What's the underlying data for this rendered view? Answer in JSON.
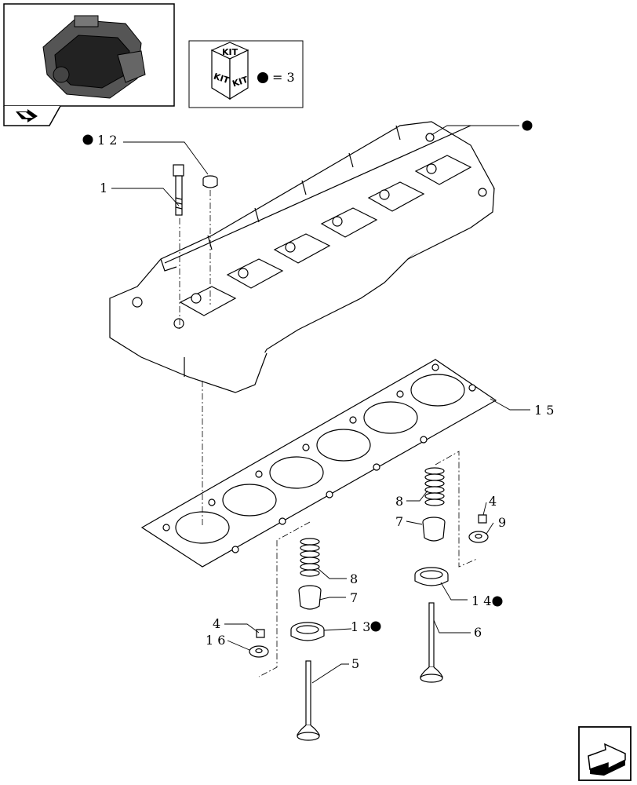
{
  "kit_legend": {
    "kit_word": "KIT",
    "equals_text": "= 3"
  },
  "callouts": [
    {
      "id": "c1",
      "text": "1"
    },
    {
      "id": "c12",
      "text": "1 2"
    },
    {
      "id": "c15",
      "text": "1 5"
    },
    {
      "id": "c8a",
      "text": "8"
    },
    {
      "id": "c7a",
      "text": "7"
    },
    {
      "id": "c4a",
      "text": "4"
    },
    {
      "id": "c9",
      "text": "9"
    },
    {
      "id": "c14",
      "text": "1 4"
    },
    {
      "id": "c8b",
      "text": "8"
    },
    {
      "id": "c7b",
      "text": "7"
    },
    {
      "id": "c13",
      "text": "1 3"
    },
    {
      "id": "c4b",
      "text": "4"
    },
    {
      "id": "c16",
      "text": "1 6"
    },
    {
      "id": "c6",
      "text": "6"
    },
    {
      "id": "c5",
      "text": "5"
    }
  ],
  "icons": {
    "thumbnail": "engine-thumbnail-icon",
    "nav_back": "back-arrow-icon",
    "nav_next": "next-page-arrow-icon",
    "kit_box": "kit-box-icon",
    "kit_dot": "black-dot-icon"
  }
}
